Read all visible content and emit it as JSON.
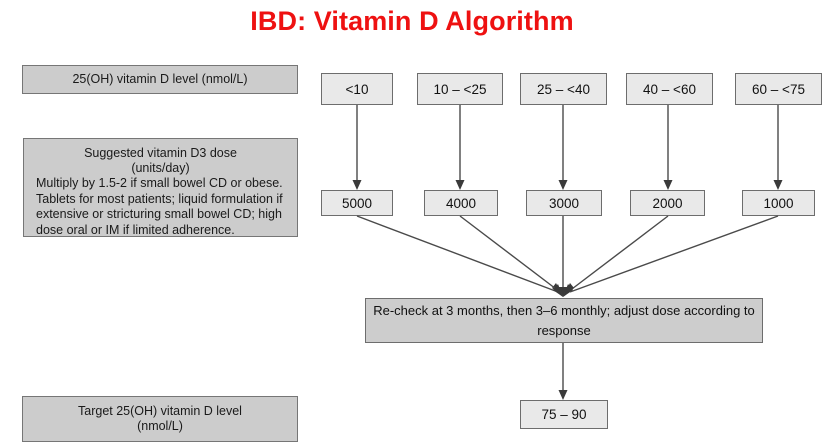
{
  "title": "IBD: Vitamin D Algorithm",
  "colors": {
    "title": "#ee1111",
    "label_box_fill": "#cccccc",
    "node_box_fill": "#e9e9e9",
    "wide_box_fill": "#cdcdcd",
    "border": "#6d6d6d",
    "connector": "#4a4a4a",
    "background": "#ffffff"
  },
  "labels": {
    "level_label": "25(OH) vitamin D level (nmol/L)",
    "dose_label": {
      "heading": "Suggested vitamin D3 dose",
      "units": "(units/day)",
      "body": [
        "Multiply by 1.5-2 if small bowel CD or obese.",
        "Tablets for most patients; liquid formulation if",
        "extensive or stricturing small bowel CD; high",
        "dose oral or IM if limited adherence."
      ]
    },
    "target_label": {
      "line1": "Target 25(OH) vitamin D level",
      "line2": "(nmol/L)"
    }
  },
  "chart_data": {
    "type": "diagram",
    "title": "IBD: Vitamin D Algorithm",
    "columns": [
      {
        "level": "<10",
        "dose": "5000"
      },
      {
        "level": "10 – <25",
        "dose": "4000"
      },
      {
        "level": "25 – <40",
        "dose": "3000"
      },
      {
        "level": "40 – <60",
        "dose": "2000"
      },
      {
        "level": "60 – <75",
        "dose": "1000"
      }
    ],
    "recheck": {
      "line1": "Re-check at 3 months, then 3–6 monthly; adjust dose",
      "line2": "according to response"
    },
    "target_value": "75 – 90",
    "row_labels": [
      "25(OH) vitamin D level (nmol/L)",
      "Suggested vitamin D3 dose (units/day)",
      "Target 25(OH) vitamin D level (nmol/L)"
    ]
  }
}
